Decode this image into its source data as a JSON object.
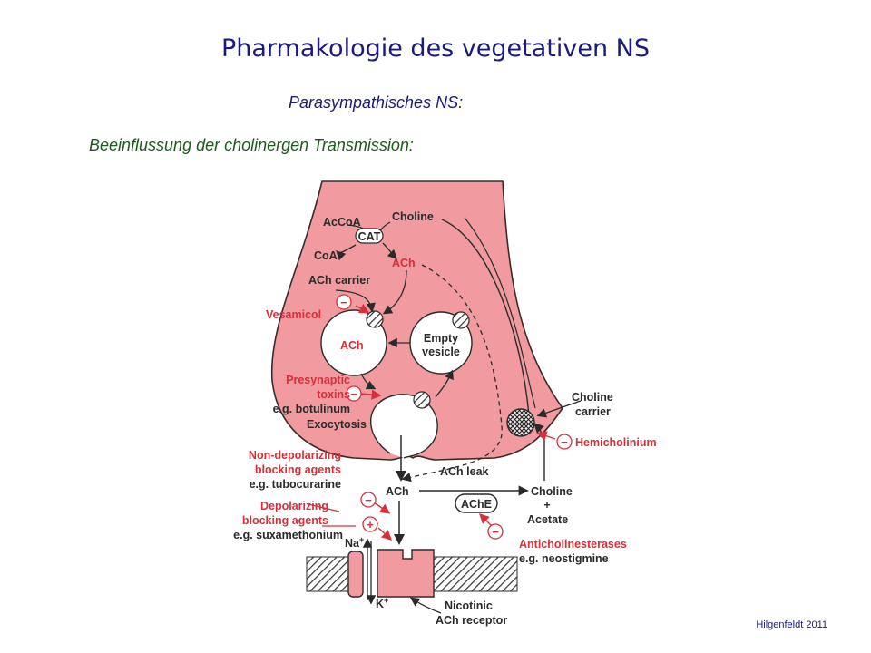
{
  "header": {
    "title": "Pharmakologie des vegetativen NS",
    "subtitle": "Parasympathisches NS:",
    "topic": "Beeinflussung der cholinergen Transmission:"
  },
  "footer": {
    "credit": "Hilgenfeldt 2011"
  },
  "diagram": {
    "terminal": {
      "acetyl_coa": "AcCoA",
      "choline": "Choline",
      "cat": "CAT",
      "coa": "CoA",
      "ach": "ACh",
      "ach_carrier": "ACh carrier",
      "vesicle_ach": "ACh",
      "empty_vesicle_line1": "Empty",
      "empty_vesicle_line2": "vesicle",
      "exocytosis": "Exocytosis"
    },
    "drugs": {
      "vesamicol": "Vesamicol",
      "presynaptic_toxins_line1": "Presynaptic",
      "presynaptic_toxins_line2": "toxins",
      "presynaptic_toxins_line3": "e.g. botulinum",
      "hemicholinium": "Hemicholinium",
      "nondepol_line1": "Non-depolarizing",
      "nondepol_line2": "blocking agents",
      "nondepol_line3": "e.g. tubocurarine",
      "depol_line1": "Depolarizing",
      "depol_line2": "blocking agents",
      "depol_line3": "e.g. suxamethonium",
      "anticholinesterases_line1": "Anticholinesterases",
      "anticholinesterases_line2": "e.g. neostigmine"
    },
    "cleft": {
      "choline_carrier_line1": "Choline",
      "choline_carrier_line2": "carrier",
      "ach_leak": "ACh leak",
      "ach": "ACh",
      "ache": "AChE",
      "choline": "Choline",
      "plus": "+",
      "acetate": "Acetate"
    },
    "postsynaptic": {
      "na": "Na",
      "k": "K",
      "nicotinic_line1": "Nicotinic",
      "nicotinic_line2": "ACh receptor"
    },
    "signs": {
      "minus": "−",
      "plus": "+"
    },
    "colors": {
      "terminal_fill": "#f19aa0",
      "terminal_stroke": "#3a2a2a",
      "drug_red": "#d8303a",
      "text_dark": "#2a2a2a"
    }
  }
}
